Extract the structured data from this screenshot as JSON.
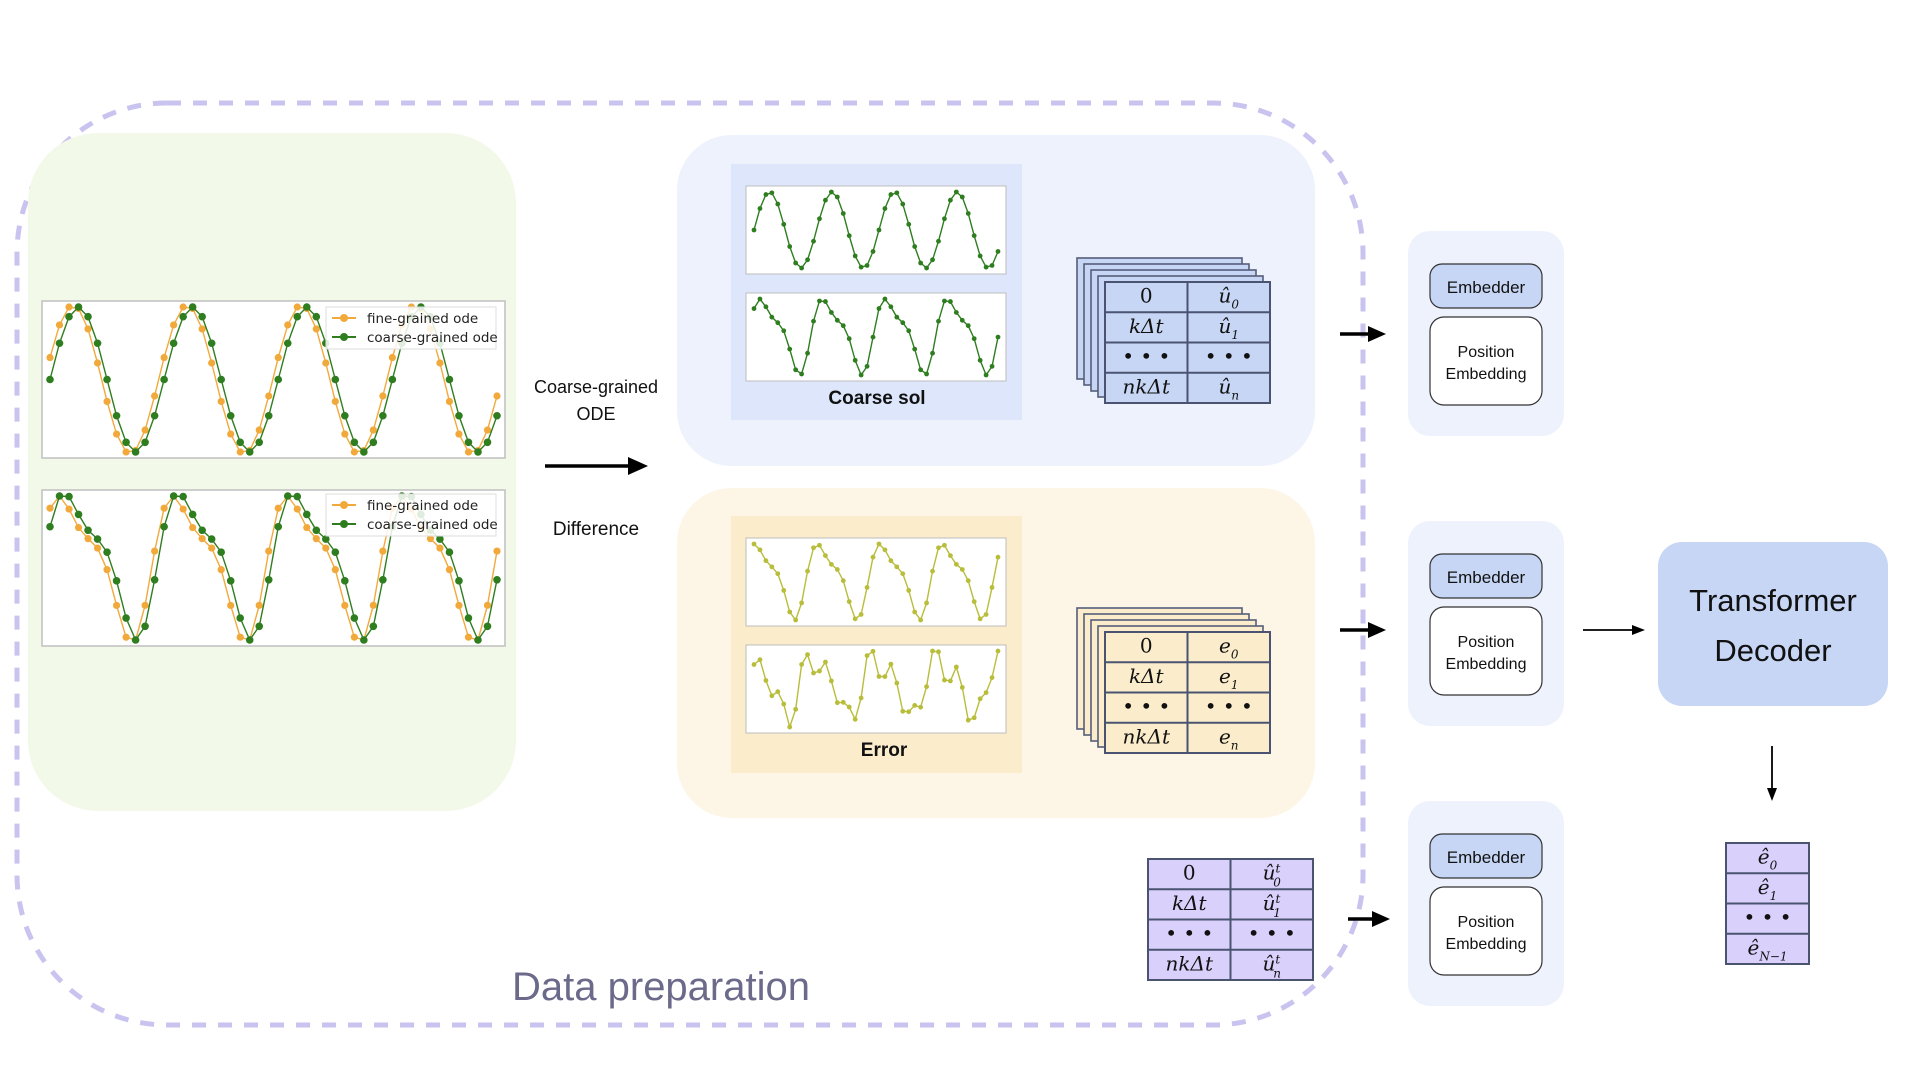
{
  "colors": {
    "fine": "#f2a93b",
    "coarse": "#2e7d1f",
    "error": "#b8bd3a",
    "dashed": "#c9c3ef",
    "green_panel": "#f3f9e9",
    "blue_panel": "#eef2fd",
    "yellow_panel": "#fdf6e6",
    "blue_table": "#c7d6f5",
    "yellow_table": "#fbeccb",
    "purple_table": "#d9d0fb",
    "decoder_fill": "#c7d6f5",
    "embedder_fill": "#c7d6f5"
  },
  "legend": {
    "fine": "fine-grained ode",
    "coarse": "coarse-grained ode"
  },
  "labels": {
    "coarse_ode_line1": "Coarse-grained",
    "coarse_ode_line2": "ODE",
    "difference": "Difference",
    "coarse_sol": "Coarse sol",
    "error": "Error",
    "data_preparation": "Data preparation",
    "decoder_line1": "Transformer",
    "decoder_line2": "Decoder"
  },
  "embed_blocks": [
    {
      "embedder": "Embedder",
      "pos1": "Position",
      "pos2": "Embedding"
    },
    {
      "embedder": "Embedder",
      "pos1": "Position",
      "pos2": "Embedding"
    },
    {
      "embedder": "Embedder",
      "pos1": "Position",
      "pos2": "Embedding"
    }
  ],
  "tables": {
    "coarse": {
      "rows": [
        {
          "t": "0",
          "v": "û",
          "sub": "0",
          "sup": ""
        },
        {
          "t": "kΔt",
          "v": "û",
          "sub": "1",
          "sup": ""
        },
        {
          "t": "• • •",
          "v": "• • •",
          "sub": "",
          "sup": ""
        },
        {
          "t": "nkΔt",
          "v": "û",
          "sub": "n",
          "sup": ""
        }
      ]
    },
    "error": {
      "rows": [
        {
          "t": "0",
          "v": "e",
          "sub": "0",
          "sup": ""
        },
        {
          "t": "kΔt",
          "v": "e",
          "sub": "1",
          "sup": ""
        },
        {
          "t": "• • •",
          "v": "• • •",
          "sub": "",
          "sup": ""
        },
        {
          "t": "nkΔt",
          "v": "e",
          "sub": "n",
          "sup": ""
        }
      ]
    },
    "target": {
      "rows": [
        {
          "t": "0",
          "v": "û",
          "sub": "0",
          "sup": "t"
        },
        {
          "t": "kΔt",
          "v": "û",
          "sub": "1",
          "sup": "t"
        },
        {
          "t": "• • •",
          "v": "• • •",
          "sub": "",
          "sup": ""
        },
        {
          "t": "nkΔt",
          "v": "û",
          "sub": "n",
          "sup": "t"
        }
      ]
    },
    "output": {
      "rows": [
        {
          "v": "ê",
          "sub": "0"
        },
        {
          "v": "ê",
          "sub": "1"
        },
        {
          "v": "• • •",
          "sub": ""
        },
        {
          "v": "ê",
          "sub": "N−1"
        }
      ]
    }
  }
}
